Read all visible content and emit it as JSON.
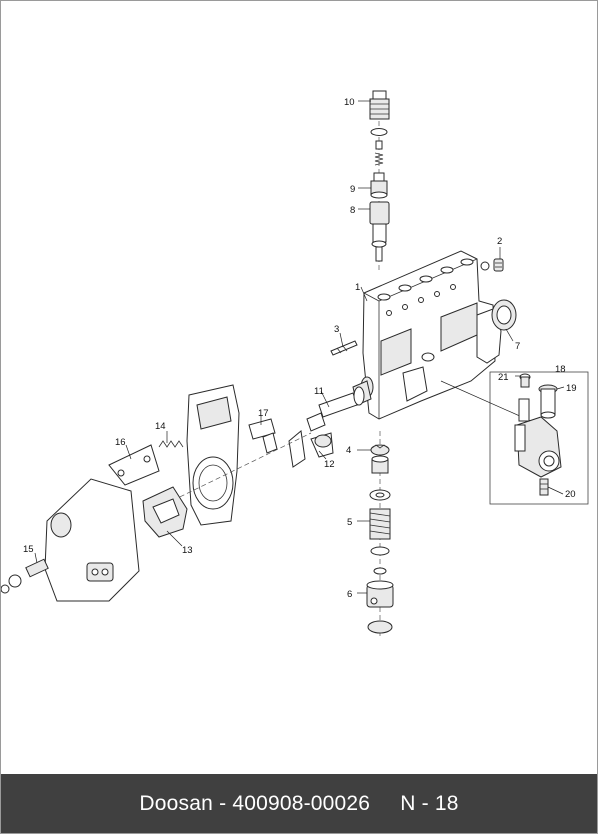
{
  "footer": {
    "brand": "Doosan",
    "separator": "-",
    "part_number": "400908-00026",
    "page_ref": "N - 18"
  },
  "callouts": {
    "c1": "1",
    "c2": "2",
    "c3": "3",
    "c4": "4",
    "c5": "5",
    "c6": "6",
    "c7": "7",
    "c8": "8",
    "c9": "9",
    "c10": "10",
    "c11": "11",
    "c12": "12",
    "c13": "13",
    "c14": "14",
    "c15": "15",
    "c16": "16",
    "c17": "17",
    "c18": "18",
    "c19": "19",
    "c20": "20",
    "c21": "21"
  }
}
